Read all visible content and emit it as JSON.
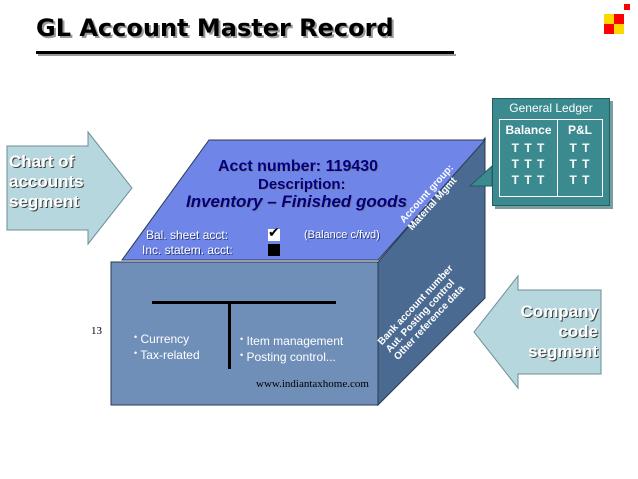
{
  "title": "GL Account Master Record",
  "slide_number": "13",
  "watermark": "www.indiantaxhome.com",
  "chart_of_accounts": {
    "lines": [
      "Chart of",
      "accounts",
      "segment"
    ]
  },
  "company_code": {
    "lines": [
      "Company",
      "code",
      "segment"
    ]
  },
  "top_face": {
    "acct_number": "Acct number: 119430",
    "description_label": "Description:",
    "description_value": "Inventory – Finished goods",
    "bal_sheet": "Bal. sheet acct:",
    "inc_statem": "Inc. statem. acct:",
    "balance_note": "(Balance c/fwd)",
    "check": "✔"
  },
  "side_top": [
    "Account group:",
    "Material Mgmt"
  ],
  "side_lower": [
    "Bank account number",
    "Aut. Posting control",
    "Other reference data"
  ],
  "front_left": [
    "Currency",
    "Tax-related"
  ],
  "front_right": [
    "Item management",
    "Posting control..."
  ],
  "bullet_char": "•",
  "general_ledger": {
    "title": "General Ledger",
    "col1_header": "Balance",
    "col2_header": "P&L",
    "col1_rows": [
      "T T T",
      "T T T",
      "T T T"
    ],
    "col2_rows": [
      "T T",
      "T T",
      "T T"
    ]
  },
  "colors": {
    "face_top": "#6f86e8",
    "face_front": "#6f8fb8",
    "face_side": "#4a6a92",
    "arrow": "#b7d7df",
    "title_shadow": "#9a9a9a",
    "ledger": "#3a8a8f",
    "square_yellow": "#ffd700",
    "square_red": "#ff0000"
  }
}
